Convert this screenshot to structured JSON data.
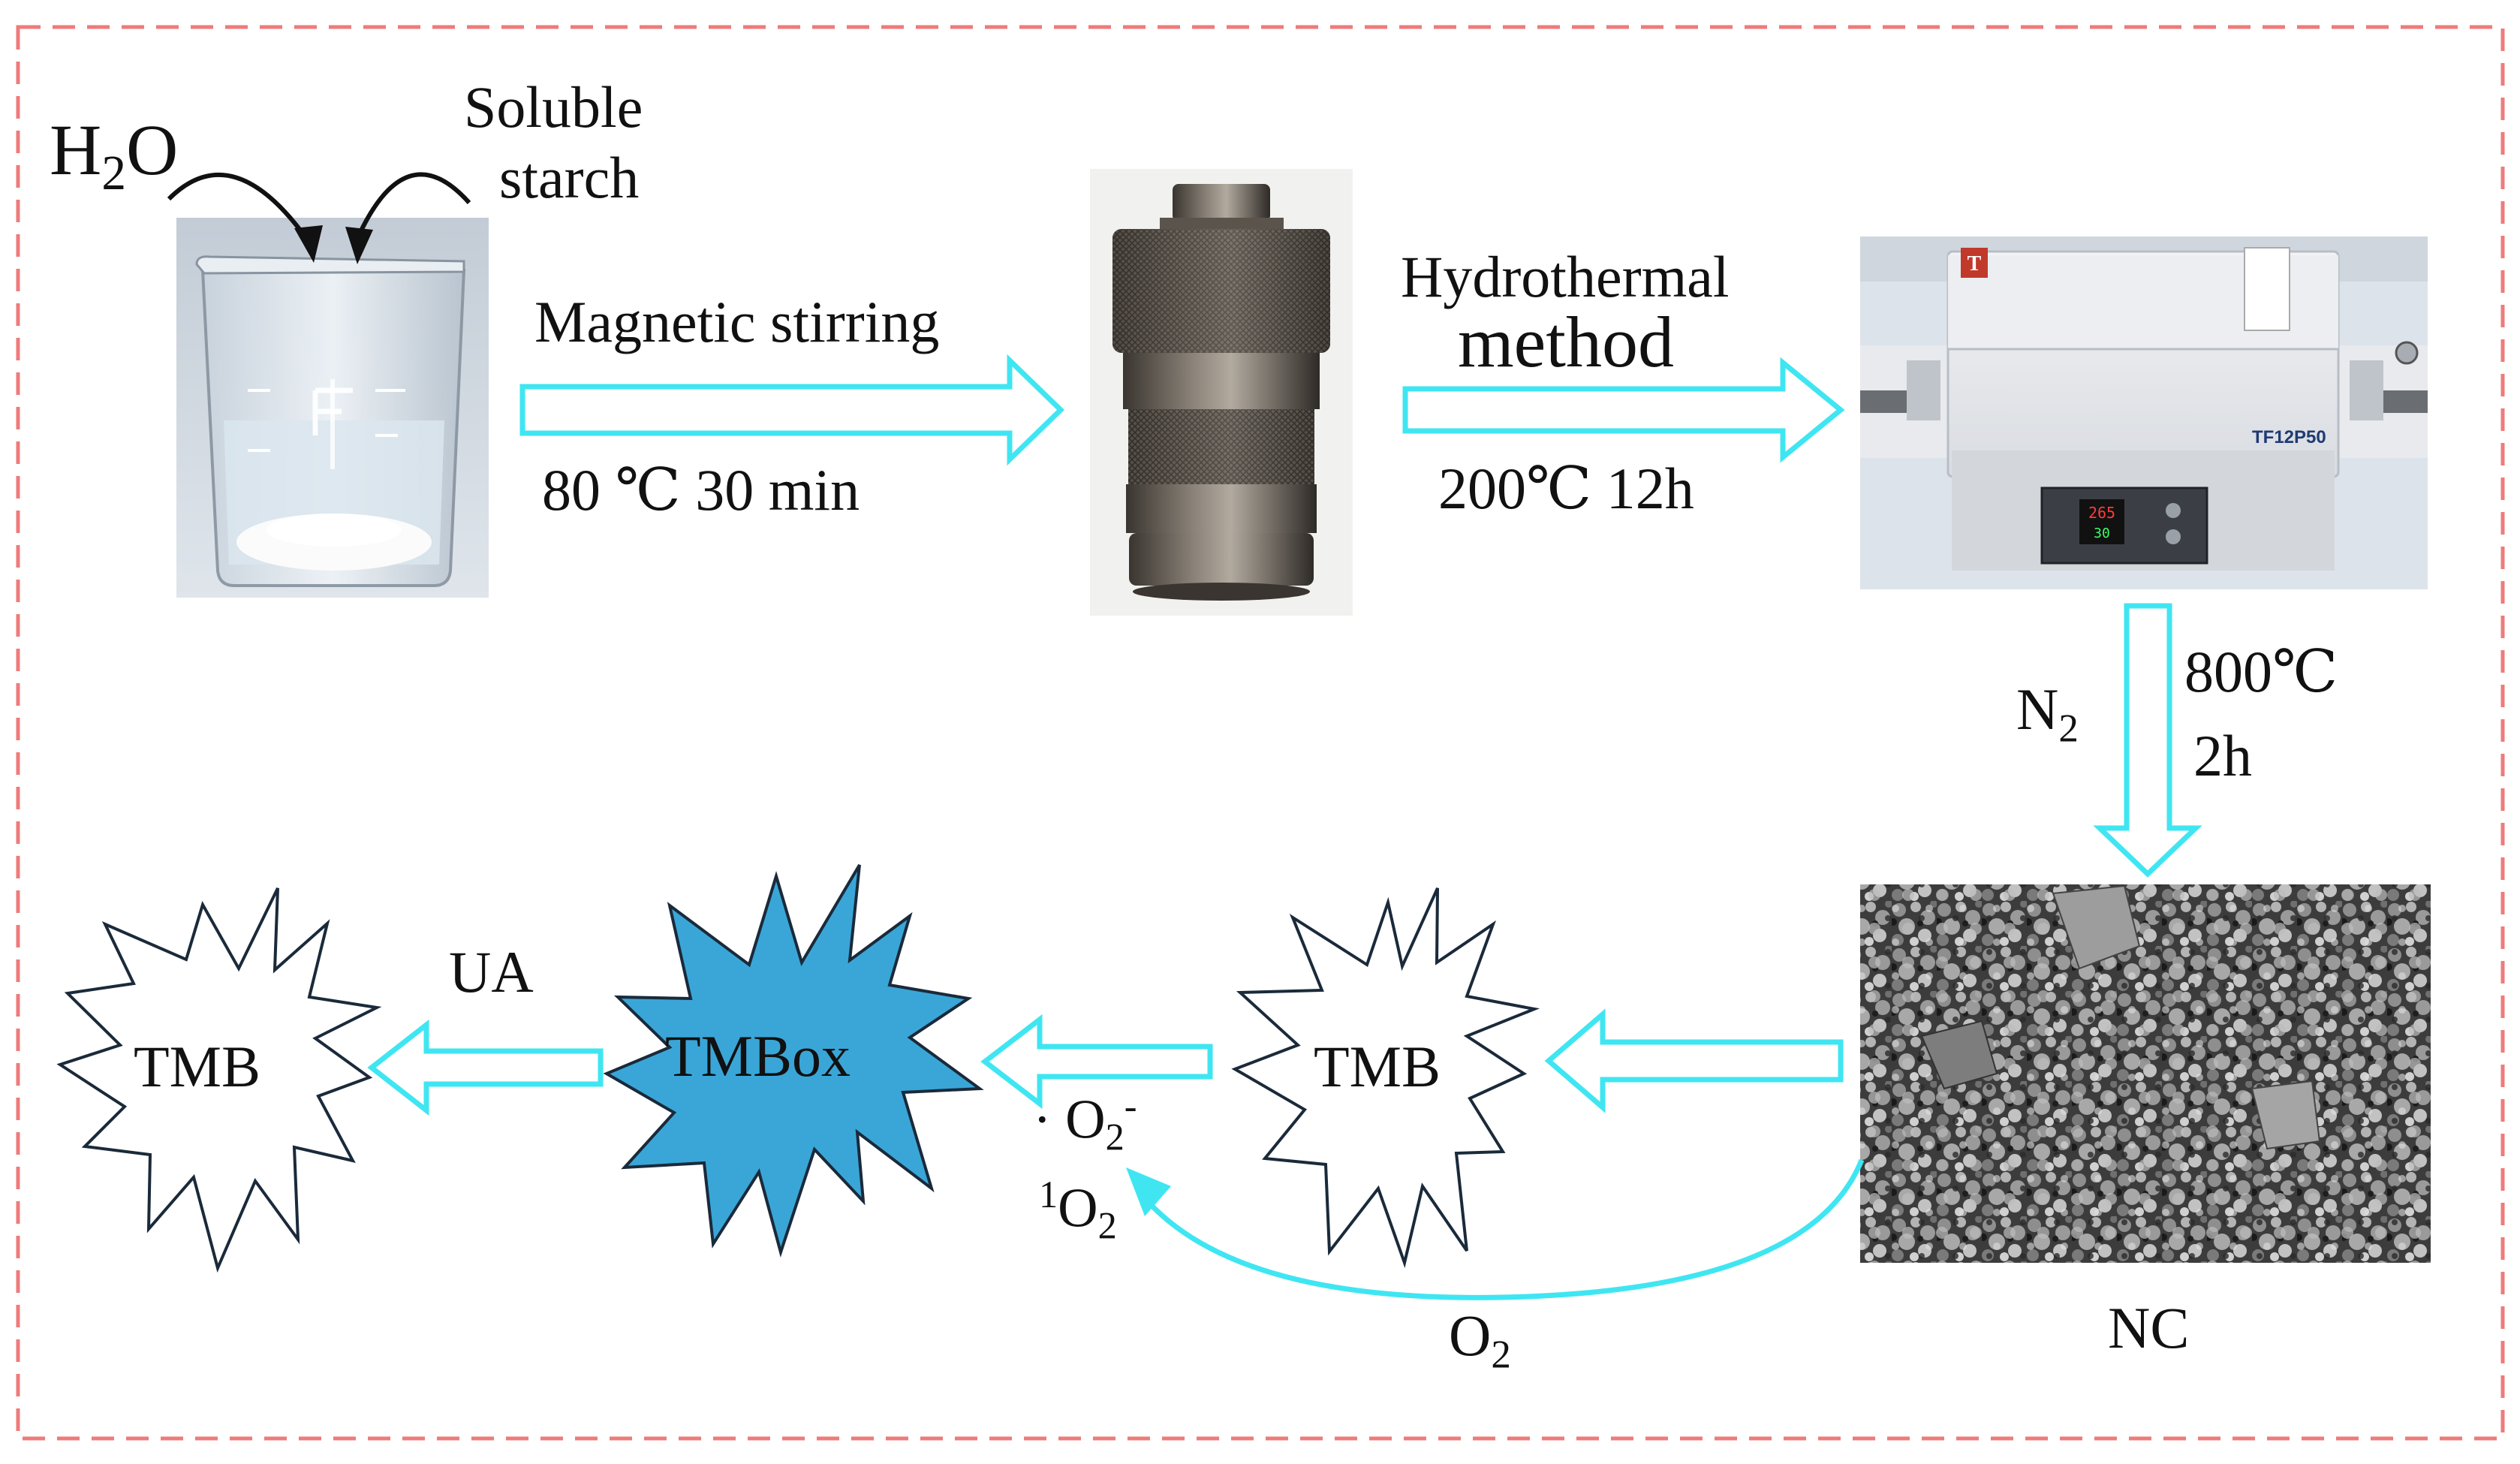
{
  "colors": {
    "border": "#ee7b7b",
    "arrow_outline": "#3fe6f2",
    "star_filled": "#3aa6d8",
    "star_outline": "#1a2a3a",
    "text": "#111111"
  },
  "inputs": {
    "water": {
      "main": "H",
      "sub": "2",
      "tail": "O"
    },
    "starch_line1": "Soluble",
    "starch_line2": "starch"
  },
  "steps": {
    "stirring": {
      "label": "Magnetic stirring",
      "condition": "80 ℃   30 min"
    },
    "hydrothermal": {
      "label_line1": "Hydrothermal",
      "label_line2": "method",
      "condition": "200℃   12h"
    },
    "calcination": {
      "gas": {
        "main": "N",
        "sub": "2"
      },
      "temperature": "800℃",
      "time": "2h"
    }
  },
  "images": {
    "beaker": "beaker-photo",
    "autoclave": "autoclave-photo",
    "furnace": {
      "name": "tube-furnace-photo",
      "model": "TF12P50",
      "display_top": "265",
      "display_bottom": "30"
    },
    "sem": "sem-image"
  },
  "product": {
    "label": "NC"
  },
  "oxidation": {
    "o2": {
      "main": "O",
      "sub": "2"
    },
    "superoxide": {
      "dot": "·",
      "main": "O",
      "sub": "2",
      "sup": "-"
    },
    "singlet": {
      "sup": "1",
      "main": "O",
      "sub": "2"
    }
  },
  "stars": {
    "tmb_right": "TMB",
    "tmbox": "TMBox",
    "tmb_left": "TMB"
  },
  "ua_label": "UA"
}
